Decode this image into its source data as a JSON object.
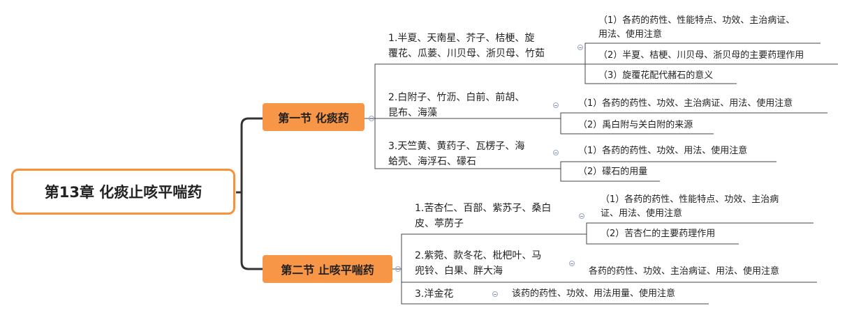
{
  "root": {
    "title": "第13章 化痰止咳平喘药"
  },
  "sections": [
    {
      "title": "第一节 化痰药",
      "groups": [
        {
          "lines": [
            "1.半夏、天南星、芥子、桔梗、旋",
            "覆花、瓜蒌、川贝母、浙贝母、竹茹"
          ],
          "items": [
            [
              "（1）各药的药性、性能特点、功效、主治病证、",
              "用法、使用注意"
            ],
            [
              "（2）半夏、桔梗、川贝母、浙贝母的主要药理作用"
            ],
            [
              "（3）旋覆花配代赭石的意义"
            ]
          ]
        },
        {
          "lines": [
            "2.白附子、竹沥、白前、前胡、",
            "昆布、海藻"
          ],
          "items": [
            [
              "（1）各药的药性、功效、主治病证、用法、使用注意"
            ],
            [
              "（2）禹白附与关白附的来源"
            ]
          ]
        },
        {
          "lines": [
            "3.天竺黄、黄药子、瓦楞子、海",
            "蛤壳、海浮石、礞石"
          ],
          "items": [
            [
              "（1）各药的药性、功效、用法、使用注意"
            ],
            [
              "（2）礞石的用量"
            ]
          ]
        }
      ]
    },
    {
      "title": "第二节 止咳平喘药",
      "groups": [
        {
          "lines": [
            "1.苦杏仁、百部、紫苏子、桑白",
            "皮、葶苈子"
          ],
          "items": [
            [
              "（1）各药的药性、性能特点、功效、主治病",
              "证、用法、使用注意"
            ],
            [
              "（2）苦杏仁的主要药理作用"
            ]
          ]
        },
        {
          "lines": [
            "2.紫菀、款冬花、枇杷叶、马",
            "兜铃、白果、胖大海"
          ],
          "items": [
            [
              "各药的药性、功效、主治病证、用法、使用注意"
            ]
          ]
        },
        {
          "lines": [
            "3.洋金花"
          ],
          "items": [
            [
              "该药的药性、功效、用法用量、使用注意"
            ]
          ]
        }
      ]
    }
  ]
}
